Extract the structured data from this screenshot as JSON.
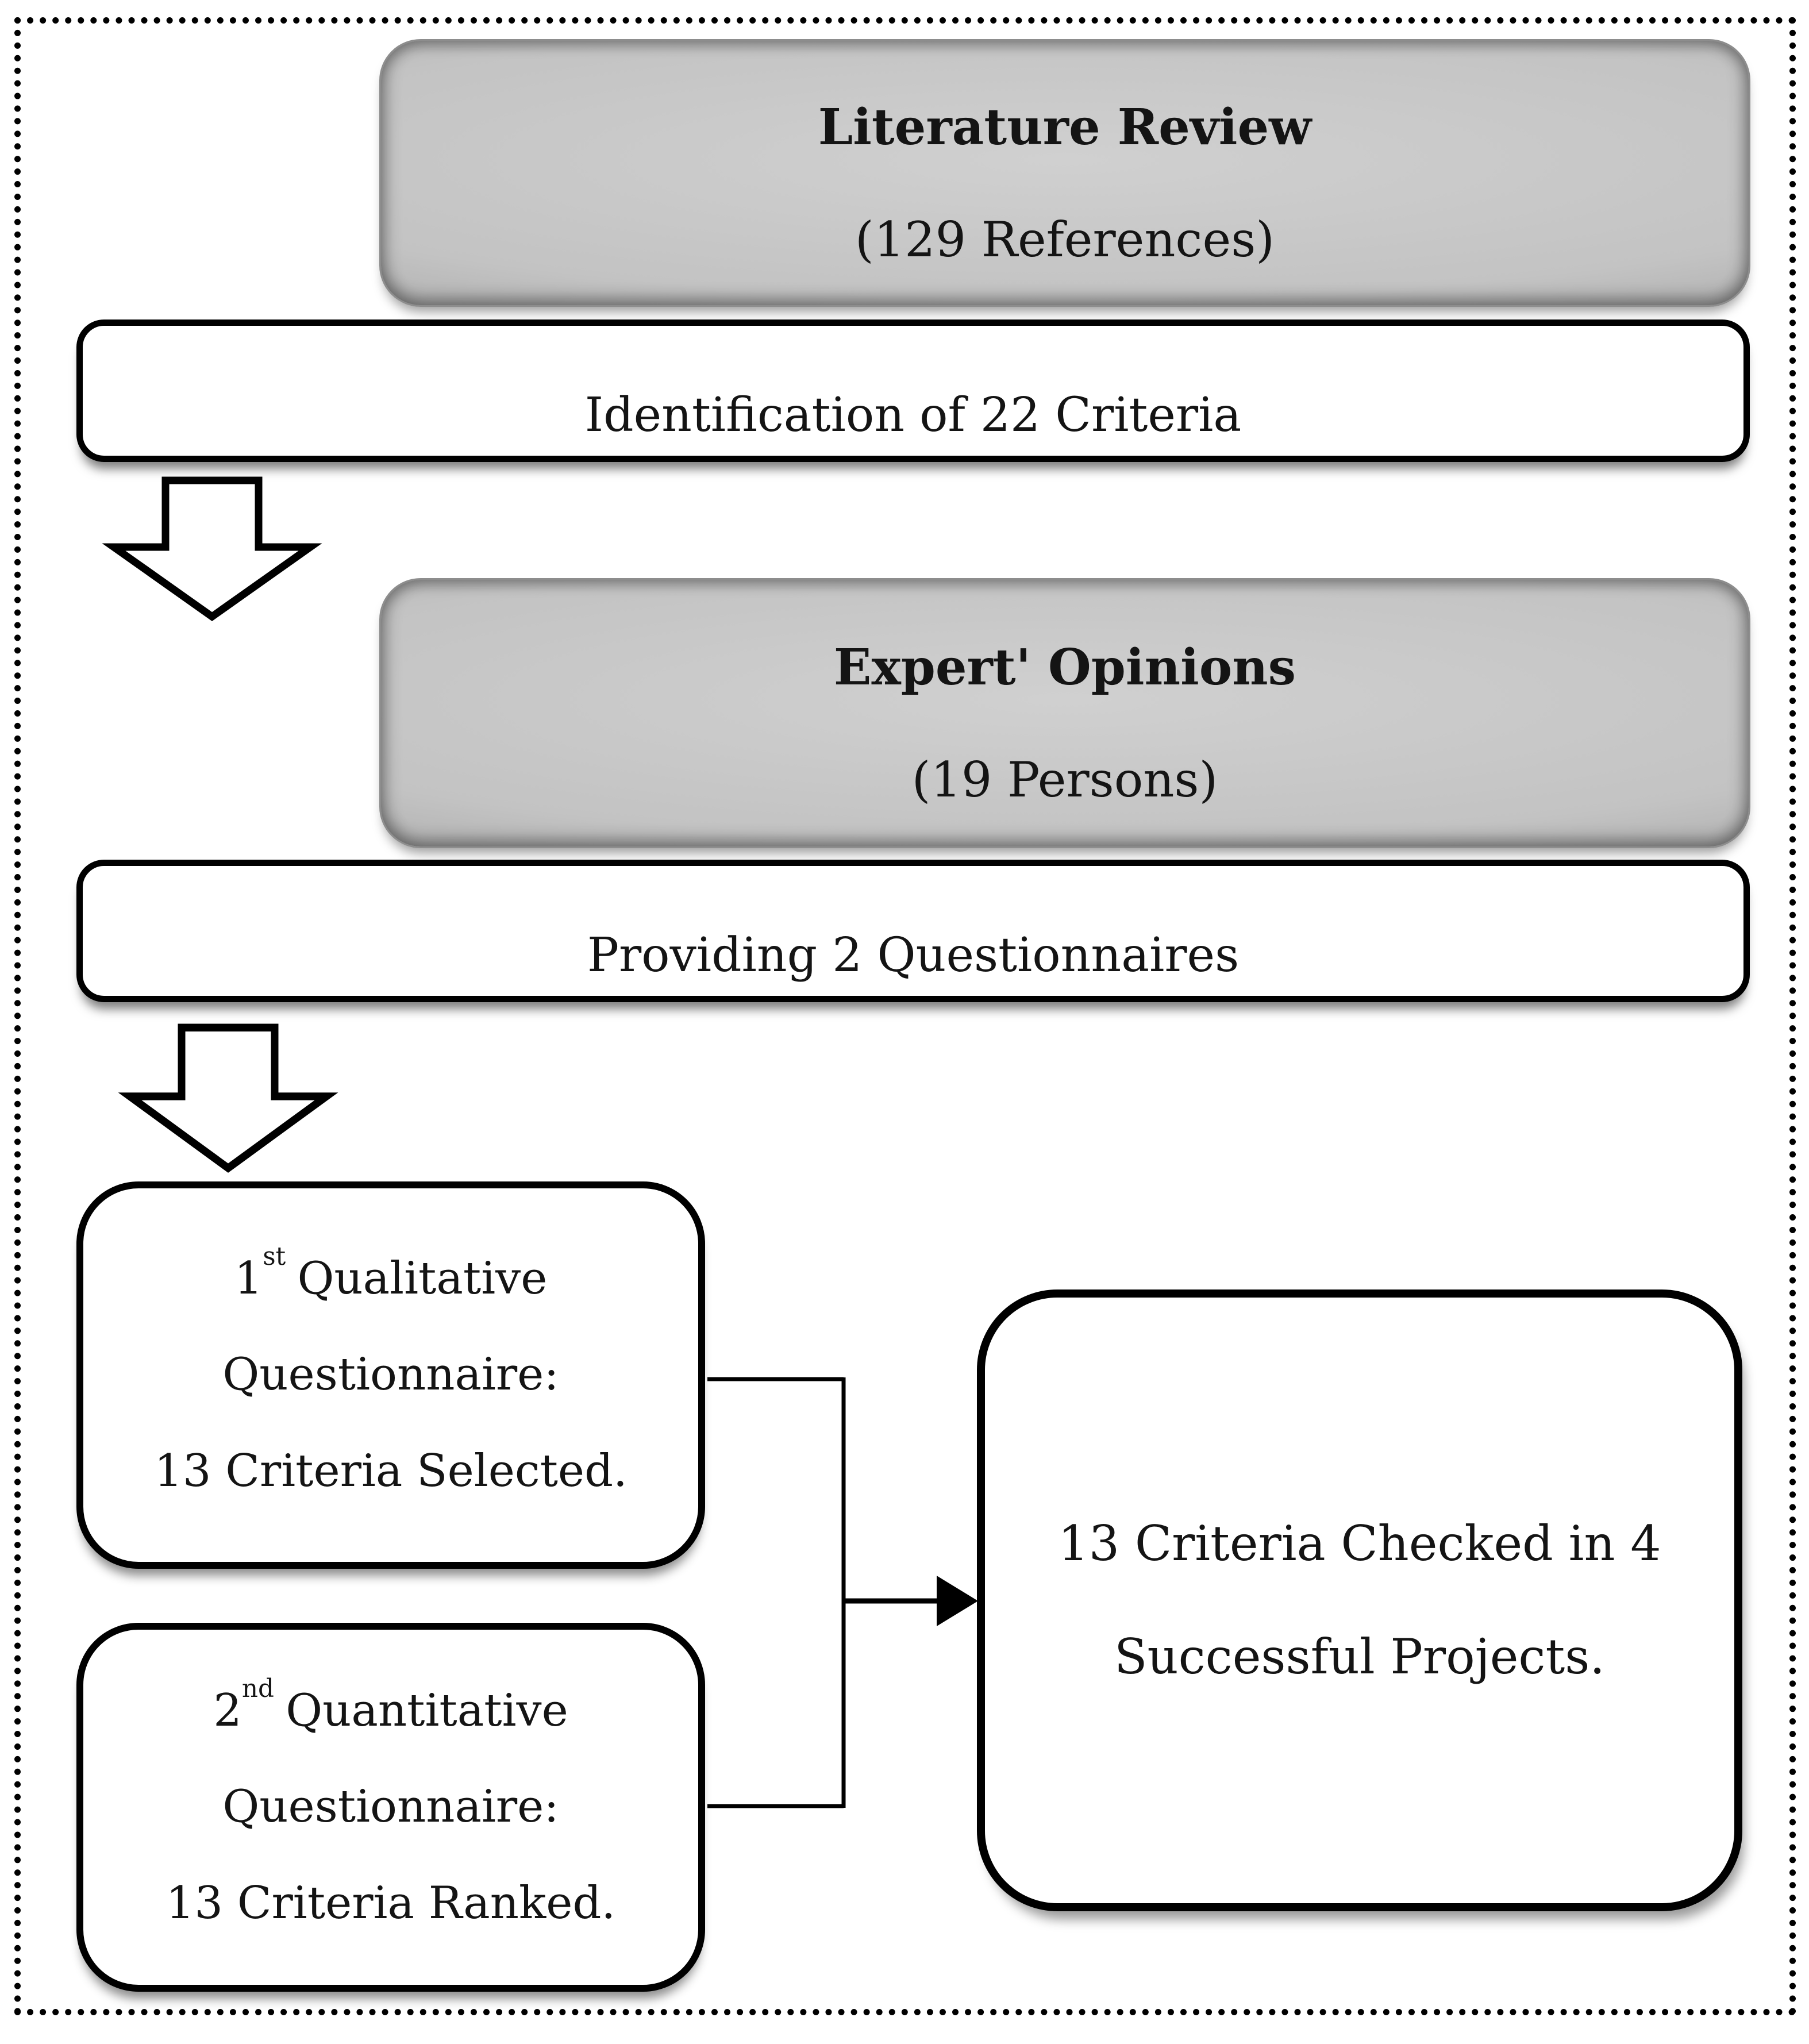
{
  "colors": {
    "background": "#ffffff",
    "line": "#000000",
    "text": "#141414",
    "gray-fill-light": "#d0d0d0",
    "gray-fill": "#c3c3c3",
    "gray-fill-dark": "#969696",
    "gray-border": "#8d8d8d"
  },
  "flowchart": {
    "literature": {
      "title": "Literature Review",
      "subtitle": "(129 References)"
    },
    "identification": {
      "label": "Identification of 22 Criteria"
    },
    "experts": {
      "title": "Expert' Opinions",
      "subtitle": "(19 Persons)"
    },
    "providing": {
      "label": "Providing 2 Questionnaires"
    },
    "qualitative": {
      "ordinal": "1",
      "suffix": "st",
      "title_rest": "Qualitative",
      "line2": "Questionnaire:",
      "line3": "13 Criteria Selected."
    },
    "quantitative": {
      "ordinal": "2",
      "suffix": "nd",
      "title_rest": "Quantitative",
      "line2": "Questionnaire:",
      "line3": "13 Criteria Ranked."
    },
    "result": {
      "line1": "13 Criteria Checked in 4",
      "line2": "Successful Projects."
    }
  }
}
